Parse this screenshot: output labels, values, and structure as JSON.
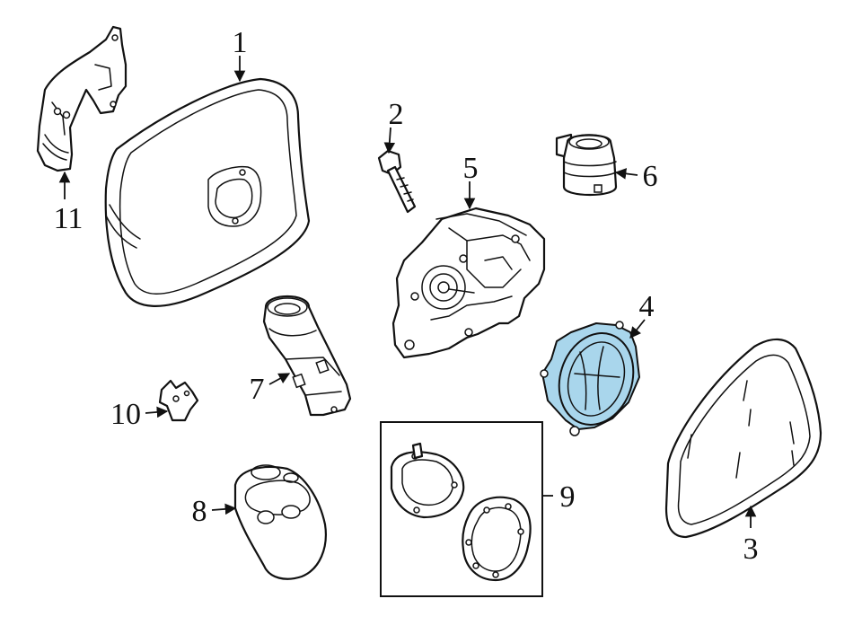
{
  "colors": {
    "line": "#111111",
    "background": "#ffffff",
    "highlight_fill": "#a9d6ec"
  },
  "highlighted_part": "4",
  "callouts": [
    {
      "id": "c1",
      "label": "1"
    },
    {
      "id": "c2",
      "label": "2"
    },
    {
      "id": "c3",
      "label": "3"
    },
    {
      "id": "c4",
      "label": "4"
    },
    {
      "id": "c5",
      "label": "5"
    },
    {
      "id": "c6",
      "label": "6"
    },
    {
      "id": "c7",
      "label": "7"
    },
    {
      "id": "c8",
      "label": "8"
    },
    {
      "id": "c9",
      "label": "9"
    },
    {
      "id": "c10",
      "label": "10"
    },
    {
      "id": "c11",
      "label": "11"
    }
  ]
}
